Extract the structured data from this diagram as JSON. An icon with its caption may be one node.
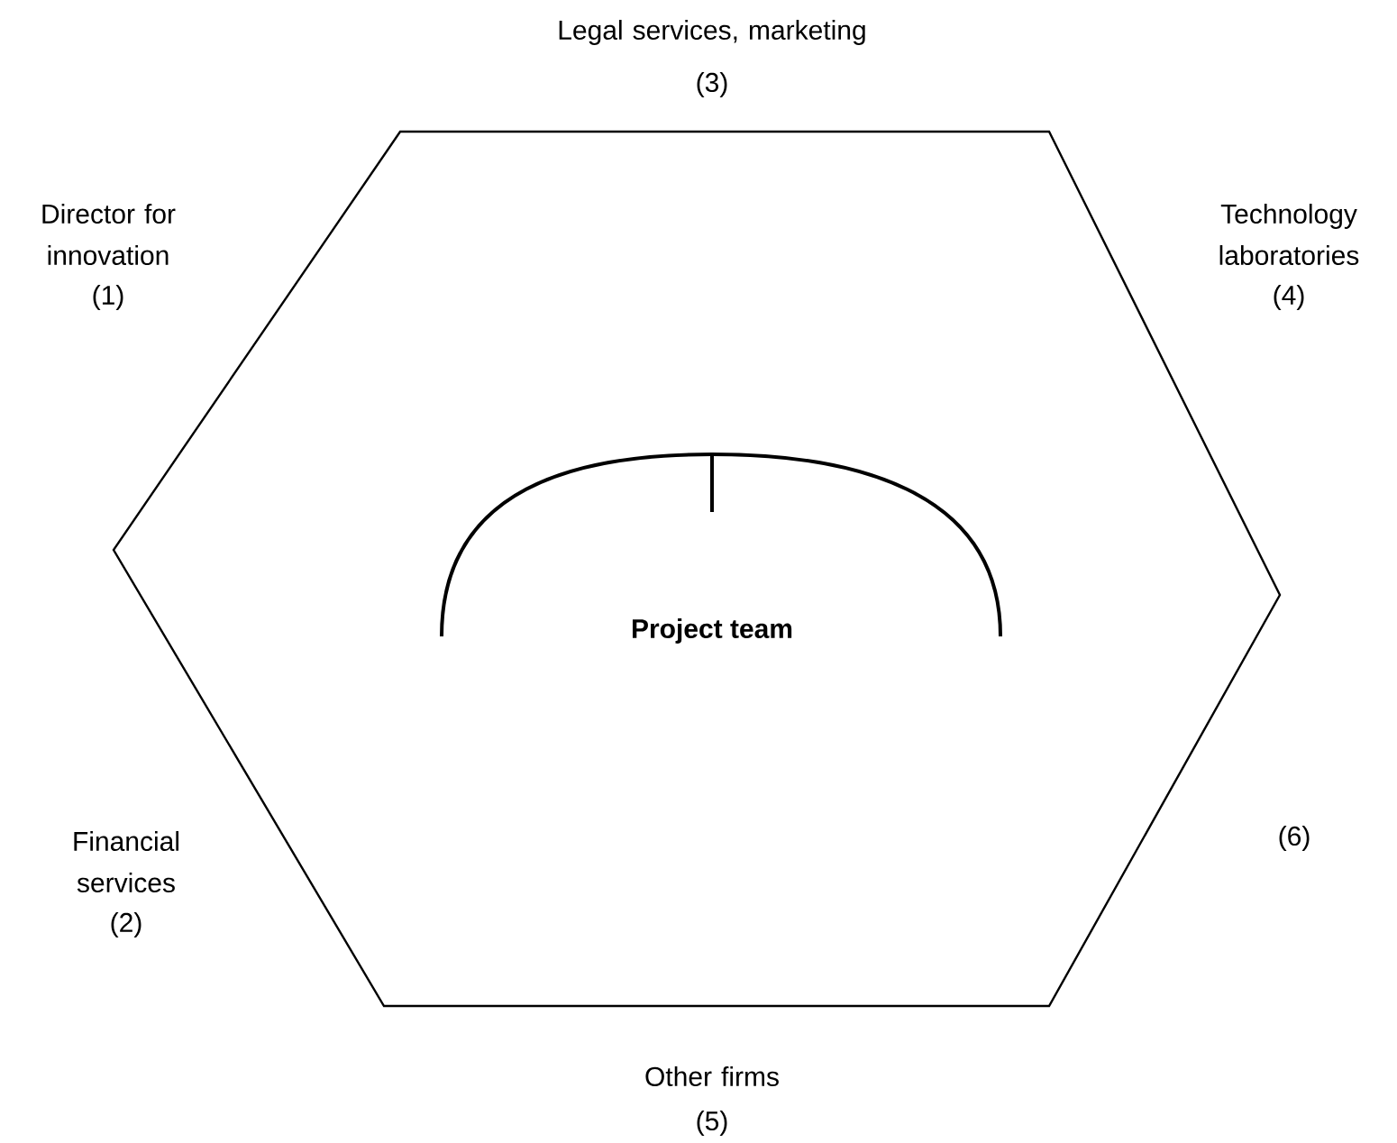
{
  "diagram": {
    "nodes": [
      {
        "text": [
          "Project team"
        ]
      }
    ],
    "labels": [
      "Legal services, marketing",
      "(3)",
      "Director for innovation",
      "(1)",
      "Technology laboratories",
      "(4)",
      "Financial services",
      "(2)",
      "(6)",
      "Other firms",
      "(5)"
    ]
  }
}
